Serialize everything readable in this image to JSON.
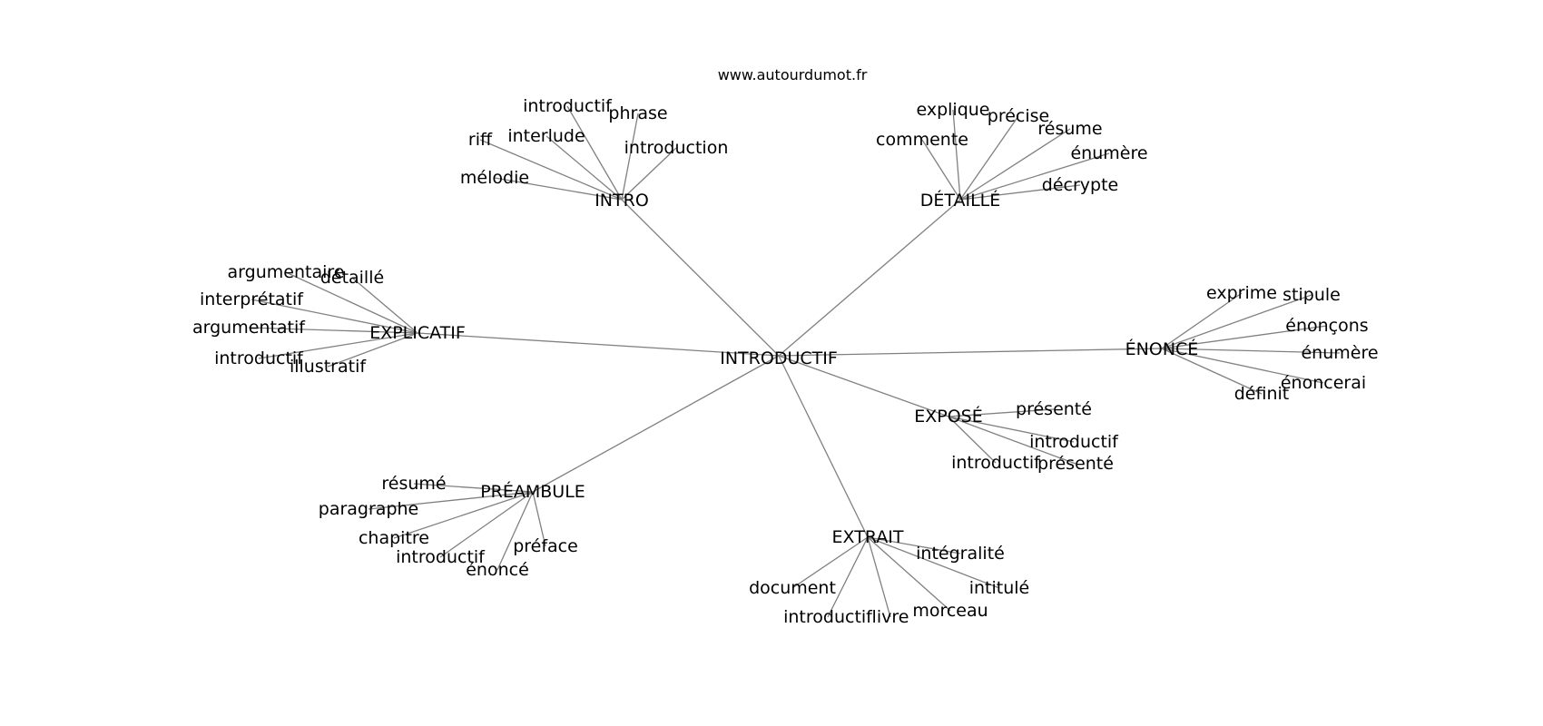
{
  "site": "www.autourdumot.fr",
  "center": {
    "label": "INTRODUCTIF"
  },
  "clusters": [
    {
      "label": "INTRO",
      "words": [
        "introductif",
        "phrase",
        "riff",
        "interlude",
        "introduction",
        "mélodie"
      ]
    },
    {
      "label": "DÉTAILLÉ",
      "words": [
        "explique",
        "précise",
        "résume",
        "commente",
        "énumère",
        "décrypte"
      ]
    },
    {
      "label": "EXPLICATIF",
      "words": [
        "argumentaire",
        "détaillé",
        "interprétatif",
        "argumentatif",
        "introductif",
        "illustratif"
      ]
    },
    {
      "label": "ÉNONCÉ",
      "words": [
        "exprime",
        "stipule",
        "énonçons",
        "énumère",
        "énoncerai",
        "définit"
      ]
    },
    {
      "label": "EXPOSÉ",
      "words": [
        "présenté",
        "introductif",
        "introductif",
        "présenté"
      ]
    },
    {
      "label": "PRÉAMBULE",
      "words": [
        "résumé",
        "paragraphe",
        "chapitre",
        "introductif",
        "préface",
        "énoncé"
      ]
    },
    {
      "label": "EXTRAIT",
      "words": [
        "intégralité",
        "intitulé",
        "document",
        "morceau",
        "introductif",
        "livre"
      ]
    }
  ]
}
